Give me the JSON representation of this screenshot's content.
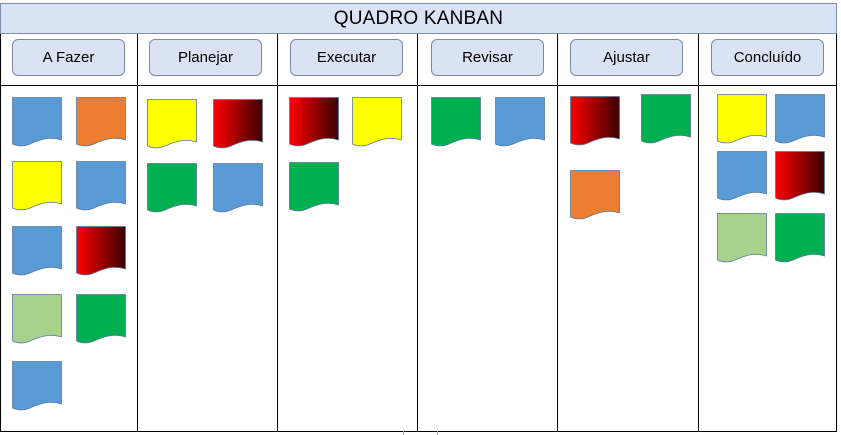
{
  "title": "QUADRO KANBAN",
  "colors": {
    "blue": "#5b9bd5",
    "orange": "#ed7d31",
    "yellow": "#ffff00",
    "red": "#c00000",
    "light_green": "#a9d18e",
    "green": "#00b050"
  },
  "columns": [
    {
      "label": "A Fazer",
      "cards": [
        "blue",
        "orange",
        "yellow",
        "blue",
        "blue",
        "red",
        "light_green",
        "green",
        "blue"
      ]
    },
    {
      "label": "Planejar",
      "cards": [
        "yellow",
        "red",
        "green",
        "blue"
      ]
    },
    {
      "label": "Executar",
      "cards": [
        "red",
        "yellow",
        "green"
      ]
    },
    {
      "label": "Revisar",
      "cards": [
        "green",
        "blue"
      ]
    },
    {
      "label": "Ajustar",
      "cards": [
        "red",
        "green",
        "orange"
      ]
    },
    {
      "label": "Concluído",
      "cards": [
        "yellow",
        "blue",
        "blue",
        "red",
        "light_green",
        "green"
      ]
    }
  ]
}
